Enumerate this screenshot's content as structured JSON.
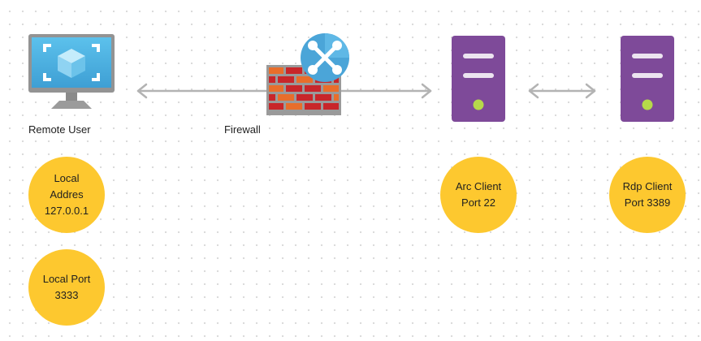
{
  "nodes": {
    "remote_user": {
      "label": "Remote User"
    },
    "firewall": {
      "label": "Firewall"
    }
  },
  "circles": {
    "local_address": {
      "text": "Local\nAddres\n127.0.0.1"
    },
    "local_port": {
      "text": "Local Port\n3333"
    },
    "arc_client": {
      "text": "Arc Client\nPort 22"
    },
    "rdp_client": {
      "text": "Rdp Client\nPort 3389"
    }
  },
  "colors": {
    "accent_yellow": "#fdc82f",
    "server_purple": "#7e4a99",
    "arrow_gray": "#b3b3b3",
    "brick_red": "#c8262a",
    "brick_orange": "#e86e2b",
    "globe_blue": "#4ba5d8"
  }
}
